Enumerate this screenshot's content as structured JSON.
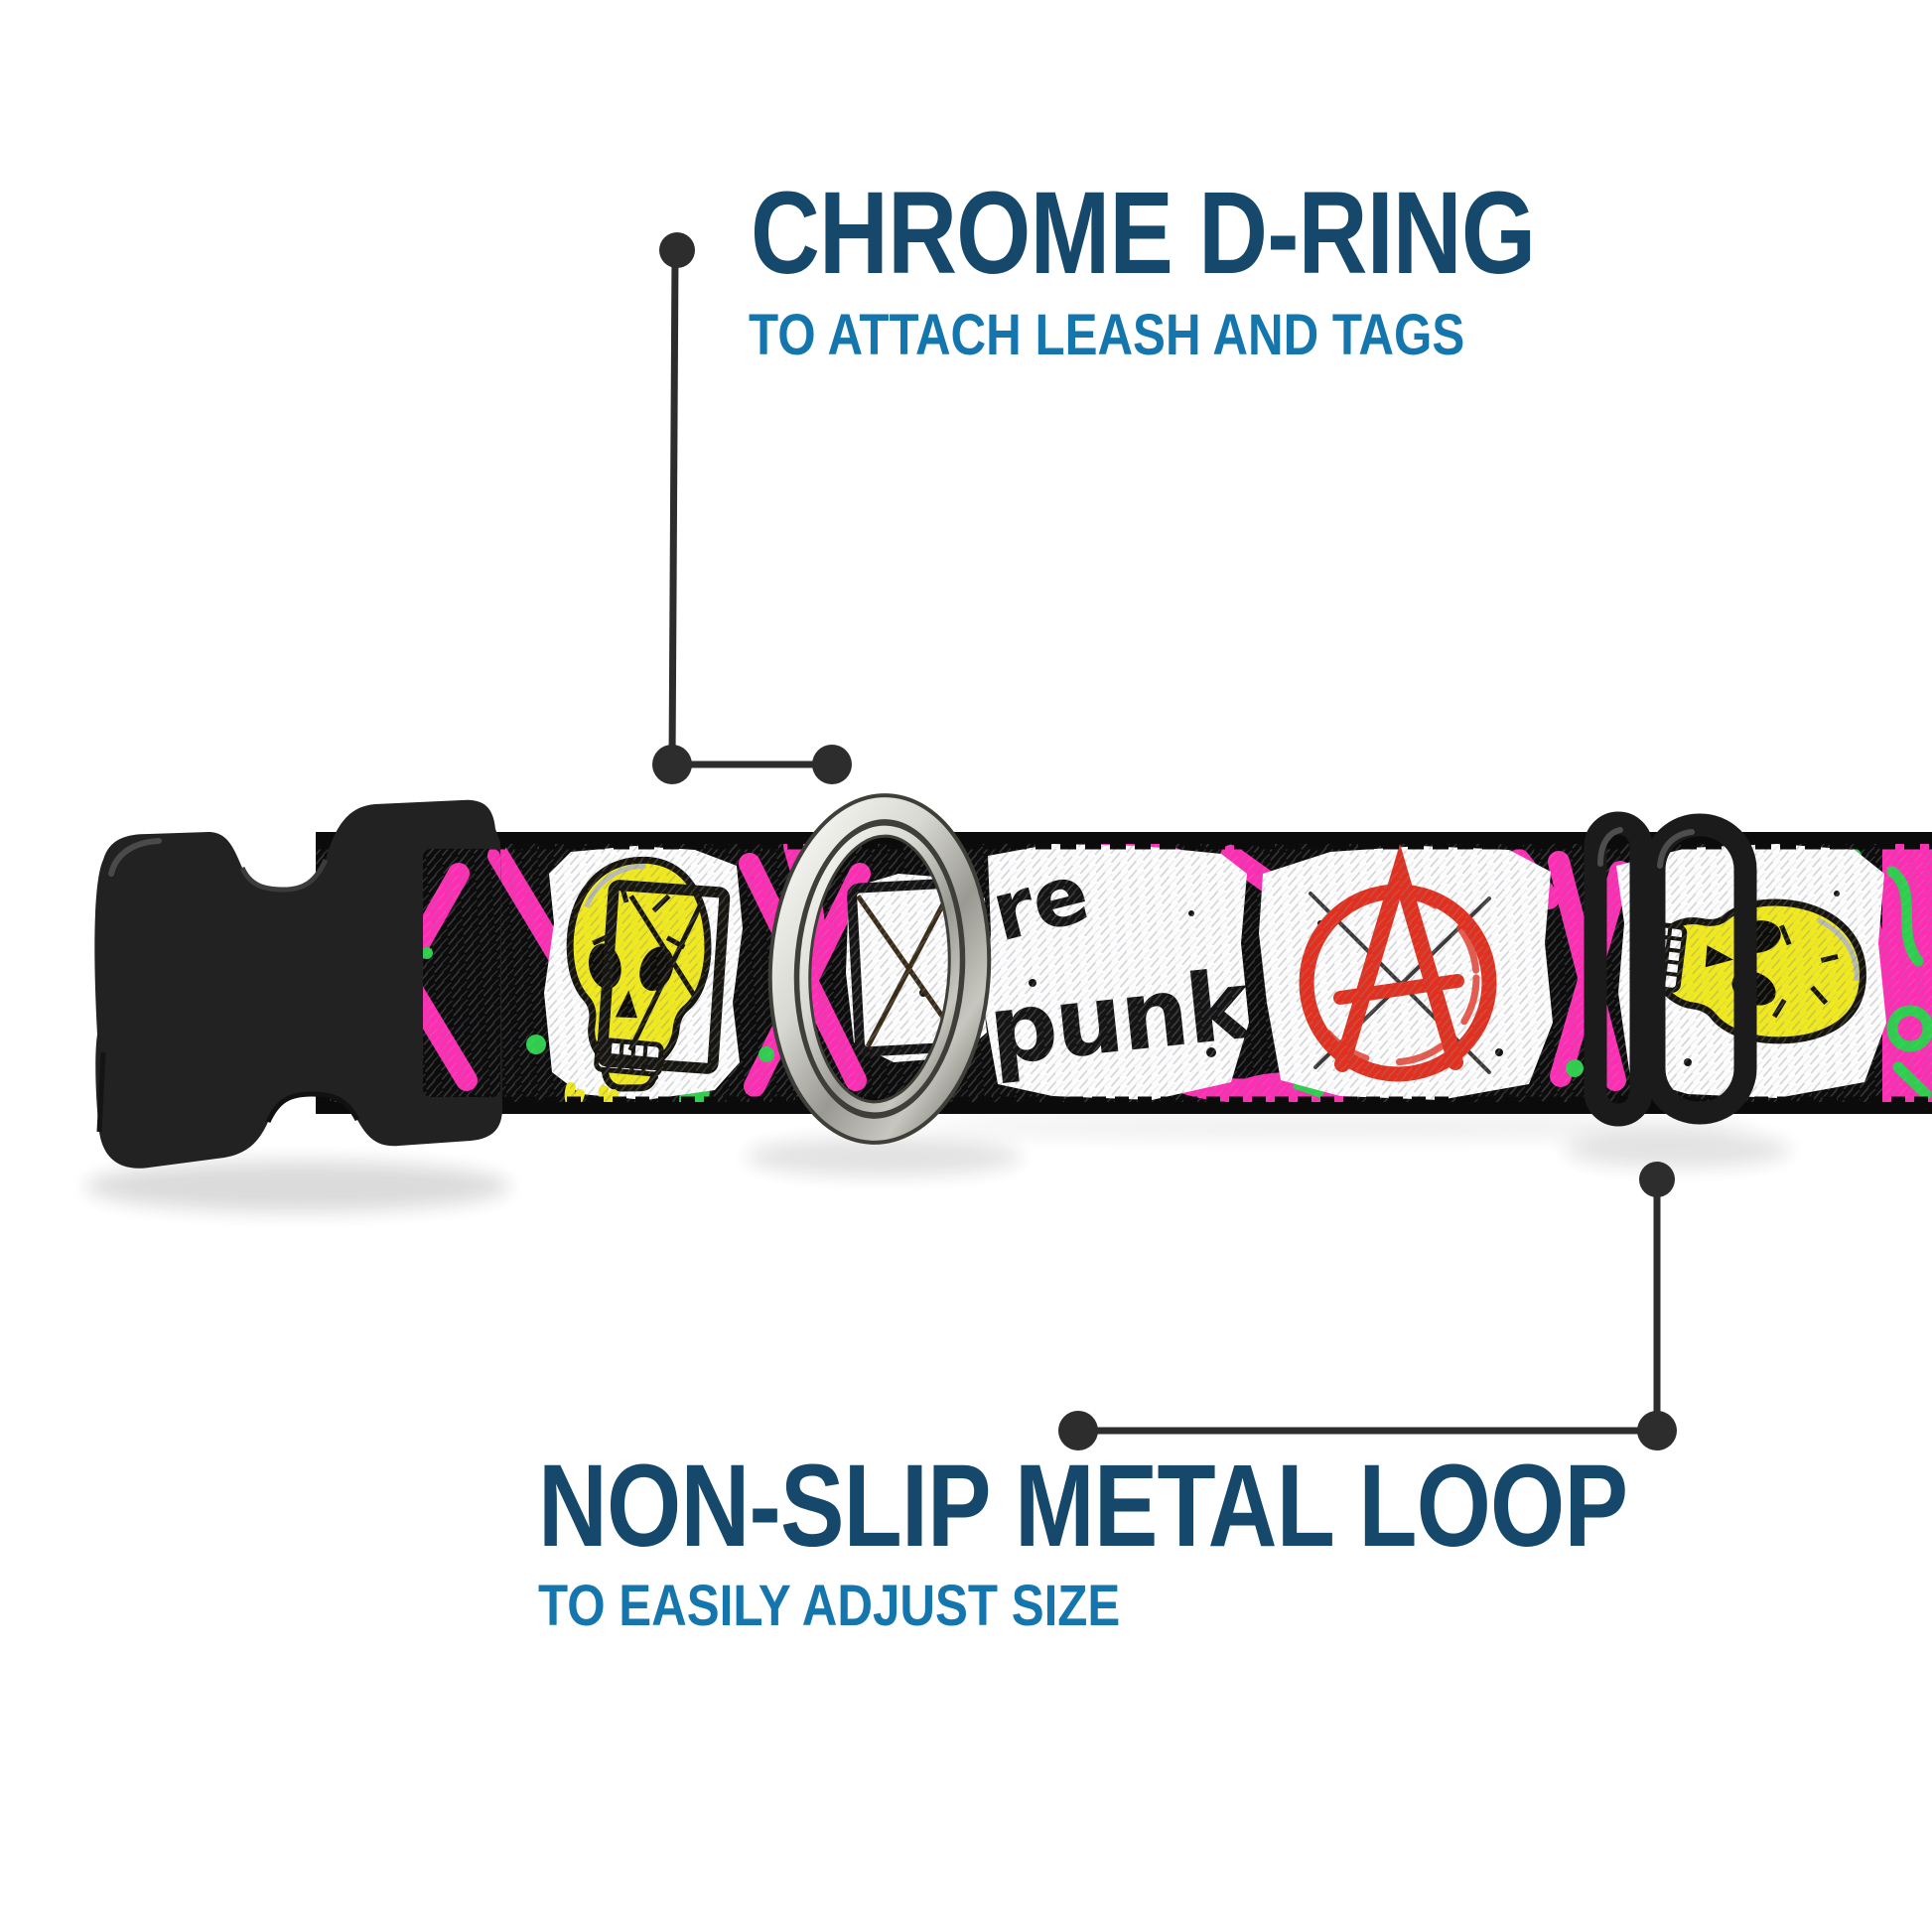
{
  "annotations": {
    "top": {
      "title": "CHROME D-RING",
      "subtitle": "TO ATTACH LEASH AND TAGS"
    },
    "bottom": {
      "title": "NON-SLIP METAL LOOP",
      "subtitle": "TO EASILY ADJUST SIZE"
    }
  },
  "collar": {
    "pattern_text": {
      "word_fragment": "re",
      "word": "punk"
    },
    "symbols": [
      "skull-icon",
      "anarchy-circle-a-icon",
      "skull-icon",
      "crossed-box-icon"
    ],
    "hardware": [
      "plastic-side-release-buckle",
      "chrome-d-ring",
      "black-metal-slide-loop"
    ]
  },
  "colors": {
    "title_navy": "#15486a",
    "subtitle_blue": "#1576ad",
    "leader_dark": "#2d2d2d",
    "pattern_pink": "#ff2cb4",
    "pattern_green": "#2bd14b",
    "skull_yellow": "#f0e91d",
    "anarchy_red": "#e2301f",
    "patch_white": "#fdfdfd",
    "hardware_black": "#1d1d1d"
  }
}
